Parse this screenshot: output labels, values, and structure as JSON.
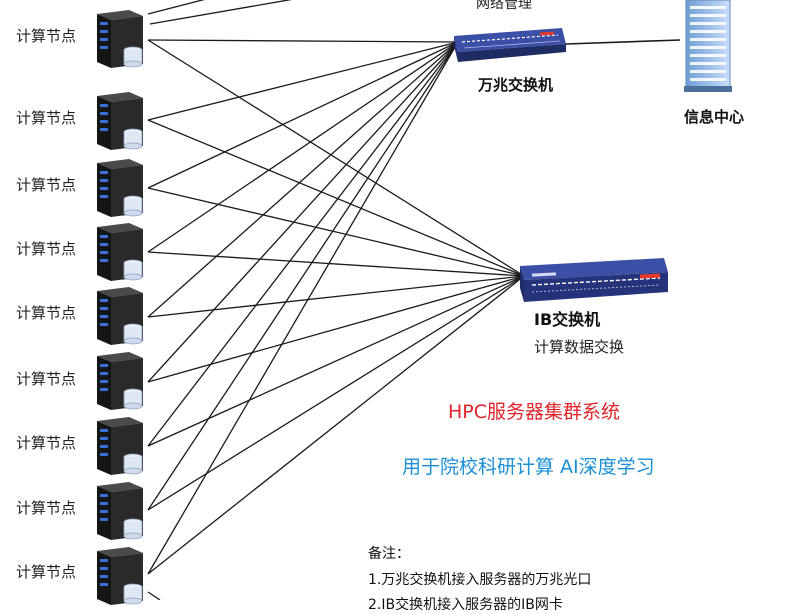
{
  "network": {
    "mgmt_label": "网络管理",
    "ten_g_switch": "万兆交换机",
    "data_center": "信息中心",
    "ib_switch": "IB交换机",
    "ib_subtitle": "计算数据交换"
  },
  "compute_nodes": [
    {
      "label": "计算节点"
    },
    {
      "label": "计算节点"
    },
    {
      "label": "计算节点"
    },
    {
      "label": "计算节点"
    },
    {
      "label": "计算节点"
    },
    {
      "label": "计算节点"
    },
    {
      "label": "计算节点"
    },
    {
      "label": "计算节点"
    },
    {
      "label": "计算节点"
    }
  ],
  "system": {
    "title": "HPC服务器集群系统",
    "subtitle": "用于院校科研计算 AI深度学习"
  },
  "notes": {
    "heading": "备注：",
    "line1": "1.万兆交换机接入服务器的万兆光口",
    "line2": "2.IB交换机接入服务器的IB网卡"
  },
  "colors": {
    "wire": "#1a1a1a",
    "title": "#e0242a",
    "subtitle": "#1b8fd6",
    "switch_body": "#2c3f8f"
  }
}
